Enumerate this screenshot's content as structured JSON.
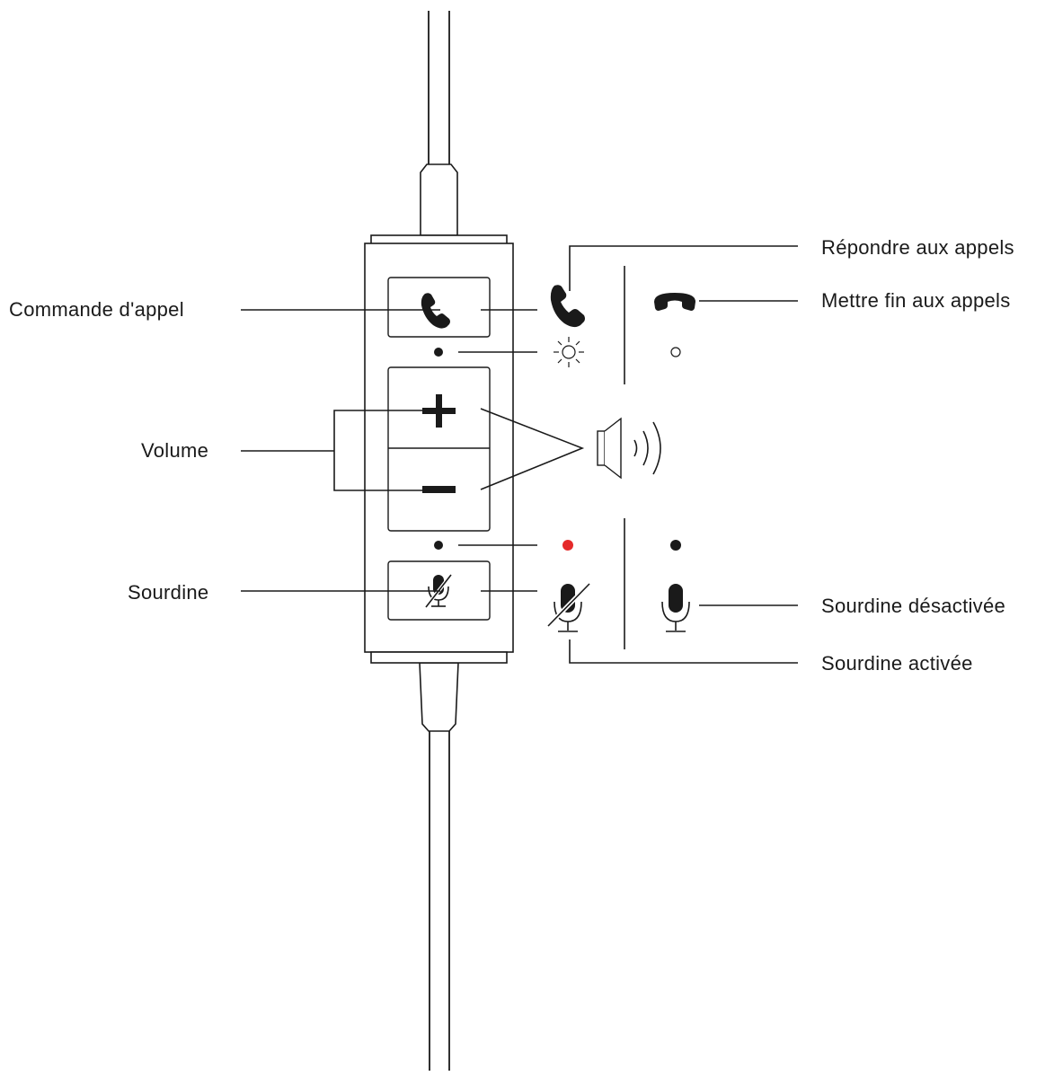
{
  "labels": {
    "call_control": "Commande d'appel",
    "volume": "Volume",
    "mute": "Sourdine",
    "answer_calls": "Répondre aux appels",
    "end_calls": "Mettre fin aux appels",
    "mute_off": "Sourdine désactivée",
    "mute_on": "Sourdine activée"
  },
  "icons": {
    "call_button": "phone-icon",
    "volume_up": "plus-icon",
    "volume_down": "minus-icon",
    "mute_button": "microphone-muted-icon",
    "answer": "phone-icon",
    "end": "phone-hangup-icon",
    "call_led_active": "led-blink-icon",
    "call_led_idle": "led-off-icon",
    "speaker": "speaker-icon",
    "mute_led_on": "led-red-icon",
    "mute_led_off": "led-dark-icon",
    "mic_muted": "microphone-muted-icon",
    "mic_active": "microphone-icon"
  },
  "colors": {
    "ink": "#1a1a1a",
    "mute_led": "#e52a2a",
    "background": "#ffffff"
  }
}
